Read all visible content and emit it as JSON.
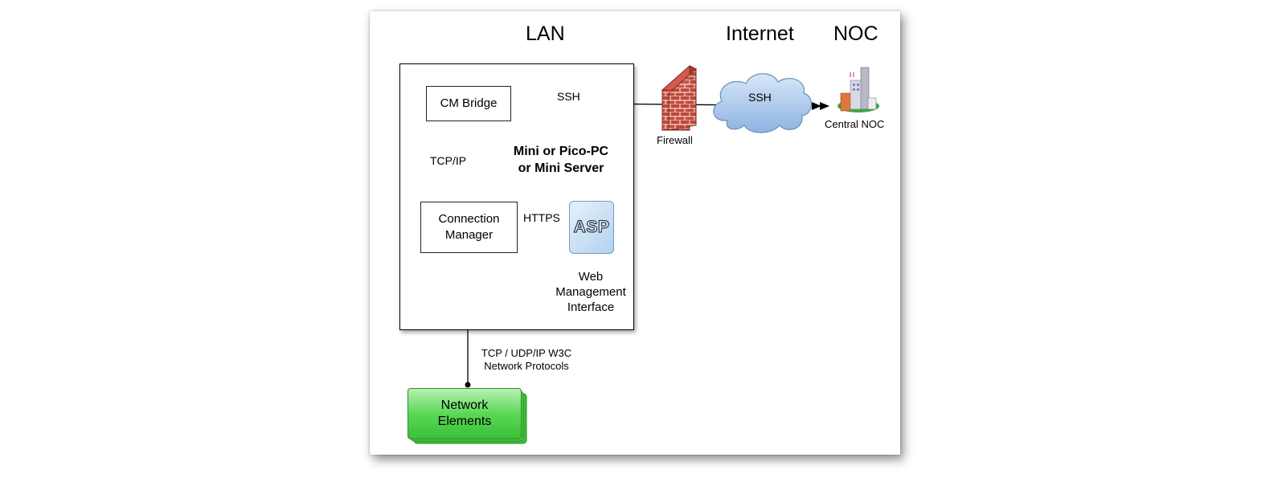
{
  "zones": {
    "lan": "LAN",
    "internet": "Internet",
    "noc": "NOC"
  },
  "device": {
    "title_line1": "Mini or Pico-PC",
    "title_line2": "or Mini Server"
  },
  "nodes": {
    "cm_bridge": "CM Bridge",
    "connection_manager_line1": "Connection",
    "connection_manager_line2": "Manager",
    "asp": "ASP",
    "web_mgmt_line1": "Web",
    "web_mgmt_line2": "Management",
    "web_mgmt_line3": "Interface",
    "network_elements_line1": "Network",
    "network_elements_line2": "Elements",
    "firewall": "Firewall",
    "cloud": "SSH",
    "central_noc": "Central NOC"
  },
  "links": {
    "ssh": "SSH",
    "tcpip": "TCP/IP",
    "https": "HTTPS",
    "protocols_line1": "TCP / UDP/IP W3C",
    "protocols_line2": "Network Protocols"
  },
  "colors": {
    "asp_fill": "#cfe3f5",
    "asp_border": "#6f9cc8",
    "cloud_fill": "#a9c8ec",
    "firewall_brick": "#c0483a",
    "network_elements_fill": "#4fd14b",
    "network_elements_border": "#2e8f2b"
  },
  "icons": {
    "firewall": "brick-wall-icon",
    "internet": "cloud-icon",
    "noc": "datacenter-building-icon"
  }
}
